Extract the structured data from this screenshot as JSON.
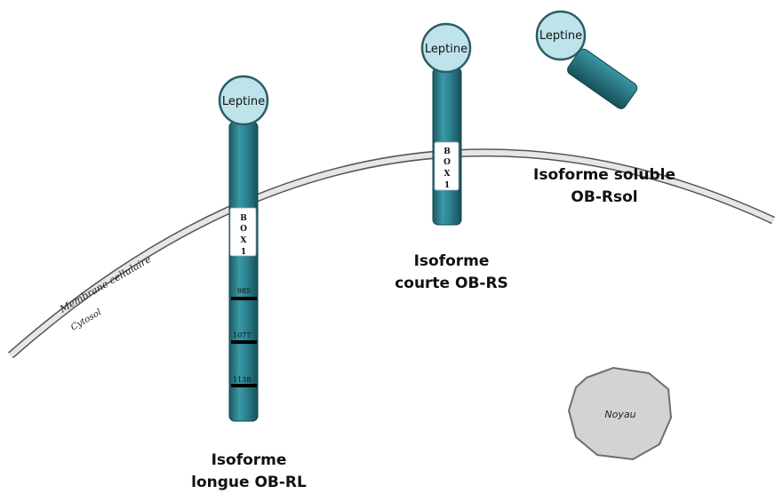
{
  "membrane": {
    "label": "Membrane cellulaire",
    "cytosol_label": "Cytosol"
  },
  "nucleus": {
    "label": "Noyau"
  },
  "receptors": {
    "long": {
      "ligand": "Leptine",
      "box": [
        "B",
        "O",
        "X",
        "1"
      ],
      "markers": [
        "985",
        "1077",
        "1138"
      ],
      "caption_line1": "Isoforme",
      "caption_line2": "longue OB-RL"
    },
    "short": {
      "ligand": "Leptine",
      "box": [
        "B",
        "O",
        "X",
        "1"
      ],
      "caption_line1": "Isoforme",
      "caption_line2": "courte OB-RS"
    },
    "soluble": {
      "ligand": "Leptine",
      "caption_line1": "Isoforme soluble",
      "caption_line2": "OB-Rsol"
    }
  },
  "colors": {
    "receptor": "#2a7f8d",
    "receptor_dark": "#1d5e69",
    "receptor_light": "#4aa3b0",
    "ligand_fill": "#bfe3ea",
    "ligand_stroke": "#2b5d66",
    "nucleus_fill": "#d3d3d3",
    "nucleus_stroke": "#6f6f6f",
    "membrane": "#bdbdbd"
  }
}
